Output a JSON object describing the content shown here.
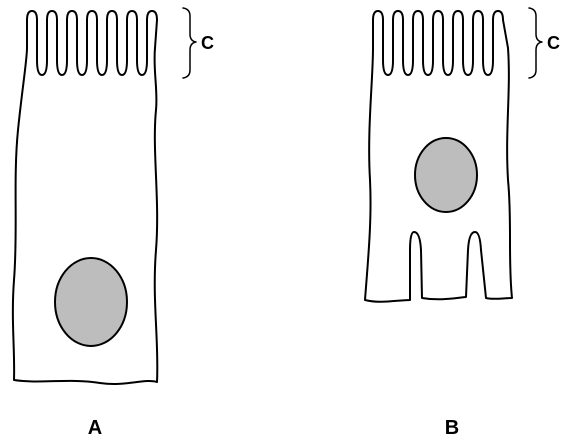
{
  "cells": [
    {
      "id": "A",
      "caption": "A",
      "region_label": "C",
      "nucleus_color": "#bdbdbd"
    },
    {
      "id": "B",
      "caption": "B",
      "region_label": "C",
      "nucleus_color": "#bdbdbd"
    }
  ]
}
